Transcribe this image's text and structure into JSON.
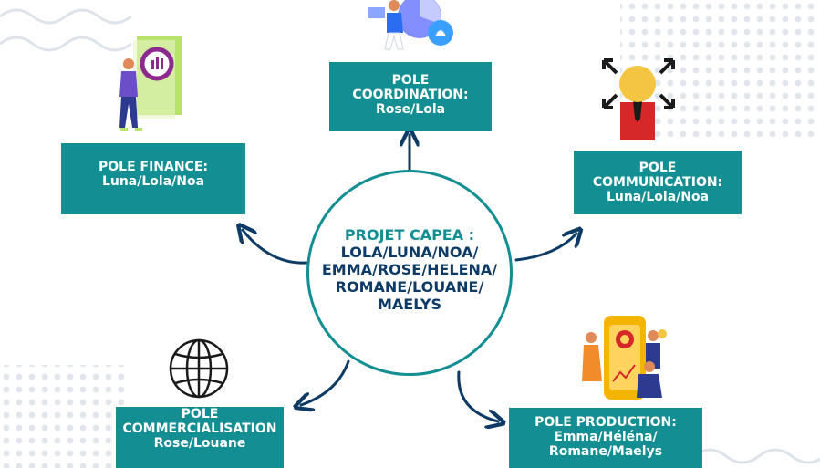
{
  "center": {
    "title": "PROJET CAPEA :",
    "lines": [
      "LOLA/LUNA/NOA/",
      "EMMA/ROSE/HELENA/",
      "ROMANE/LOUANE/",
      "MAELYS"
    ]
  },
  "poles": {
    "coordination": [
      "POLE",
      "COORDINATION:",
      "Rose/Lola"
    ],
    "finance": [
      "POLE FINANCE:",
      "Luna/Lola/Noa"
    ],
    "communication": [
      "POLE",
      "COMMUNICATION:",
      "Luna/Lola/Noa"
    ],
    "commercialisation": [
      "POLE",
      "COMMERCIALISATION",
      "Rose/Louane"
    ],
    "production": [
      "POLE PRODUCTION:",
      "Emma/Héléna/",
      "Romane/Maelys"
    ]
  },
  "icons": {
    "coordination": "presentation-people-icon",
    "finance": "finance-report-icon",
    "communication": "communication-person-arrows-icon",
    "commercialisation": "globe-icon",
    "production": "team-phone-icon"
  },
  "colors": {
    "teal": "#138e93",
    "navy": "#0d3b66",
    "white": "#ffffff",
    "decor": "#dde3ea"
  }
}
